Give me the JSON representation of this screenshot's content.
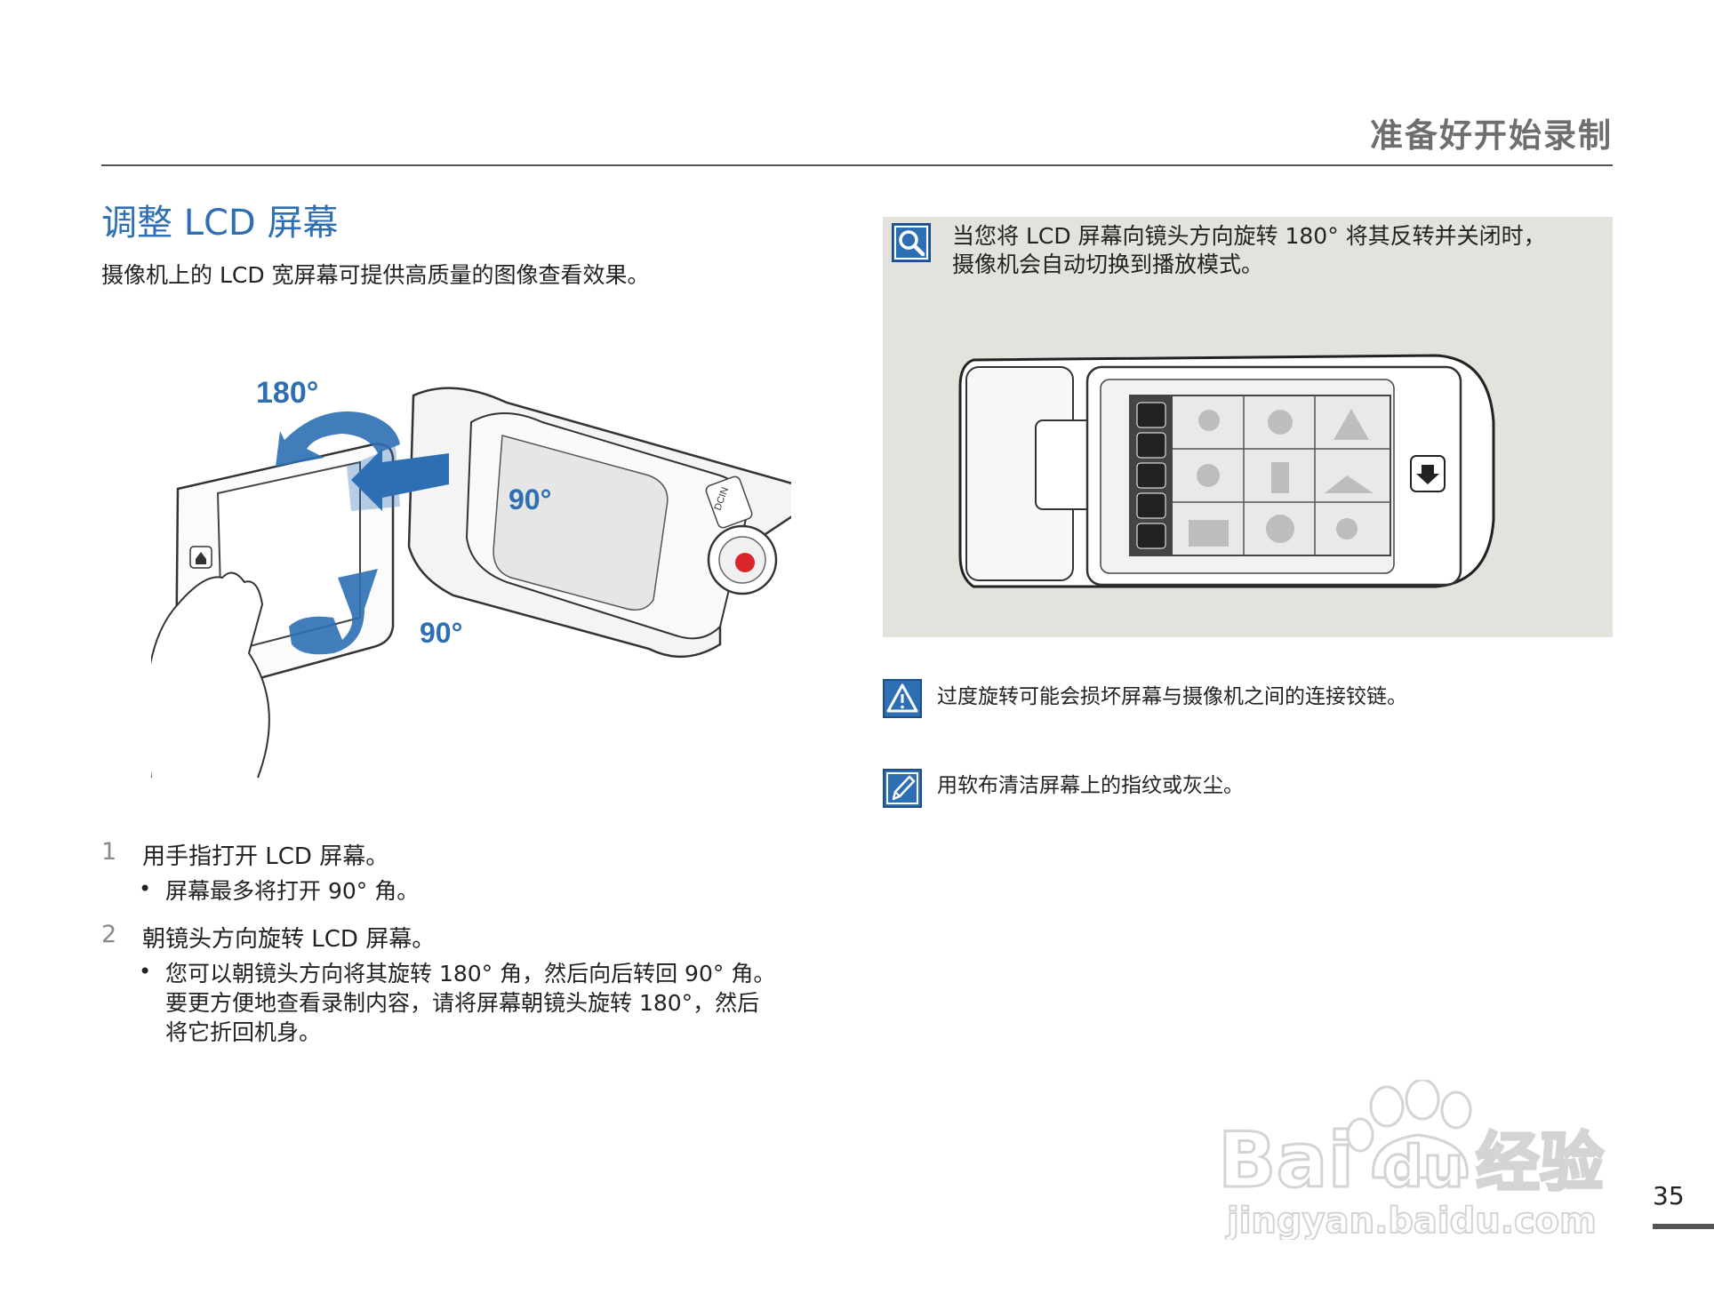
{
  "header": {
    "title": "准备好开始录制"
  },
  "section": {
    "title": "调整 LCD 屏幕",
    "intro": "摄像机上的 LCD 宽屏幕可提供高质量的图像查看效果。"
  },
  "figure": {
    "label_180": "180°",
    "label_90_right": "90°",
    "label_90_bottom": "90°",
    "camera_lettering": "DCIN"
  },
  "steps": [
    {
      "num": "1",
      "text": "用手指打开 LCD 屏幕。",
      "bullets": [
        "屏幕最多将打开 90° 角。"
      ]
    },
    {
      "num": "2",
      "text": "朝镜头方向旋转 LCD 屏幕。",
      "bullets": [
        "您可以朝镜头方向将其旋转 180° 角，然后向后转回 90° 角。",
        "要更方便地查看录制内容，请将屏幕朝镜头旋转 180°，然后",
        "将它折回机身。"
      ]
    }
  ],
  "info": {
    "line1": "当您将 LCD 屏幕向镜头方向旋转 180° 将其反转并关闭时，",
    "line2": "摄像机会自动切换到播放模式。",
    "icon": "magnifier-icon"
  },
  "warning": {
    "text": "过度旋转可能会损坏屏幕与摄像机之间的连接铰链。",
    "icon": "warning-triangle-icon"
  },
  "note": {
    "text": "用软布清洁屏幕上的指纹或灰尘。",
    "icon": "note-pencil-icon"
  },
  "page_number": "35",
  "watermark": {
    "text1": "Bai",
    "text2": "du",
    "text3": "经验",
    "url": "jingyan.baidu.com"
  },
  "colors": {
    "accent": "#2e6fb4",
    "info_bg": "#e3e2dd",
    "heading_gray": "#6e6e6e",
    "record_red": "#d9262b"
  }
}
